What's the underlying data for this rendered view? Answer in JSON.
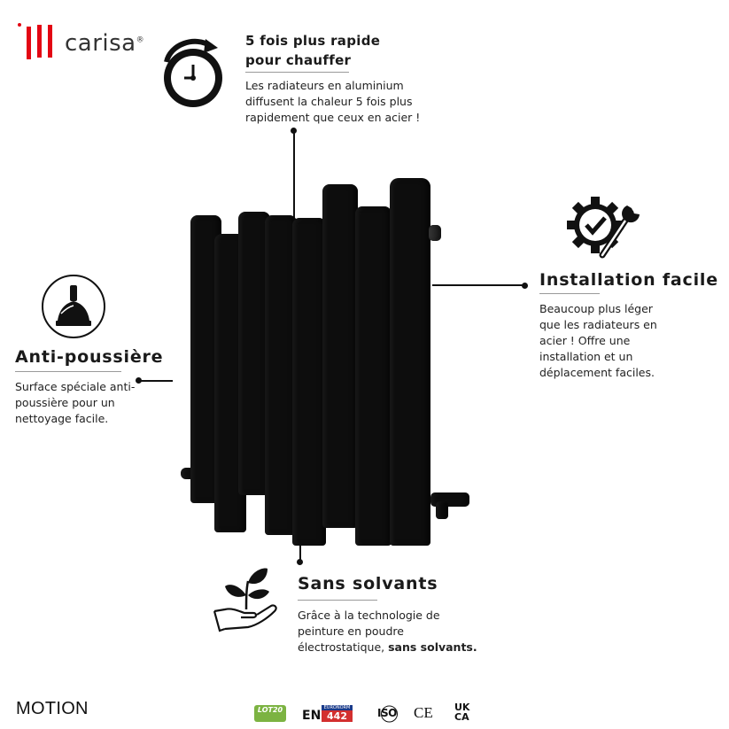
{
  "brand": {
    "name": "carisa",
    "registered": "®",
    "accent_color": "#e30613"
  },
  "features": {
    "speed": {
      "icon": "stopwatch-icon",
      "title_line1": "5 fois plus rapide",
      "title_line2": "pour chauffer",
      "text_line1": "Les radiateurs en aluminium",
      "text_line2": "diffusent la chaleur 5 fois plus",
      "text_line3": "rapidement que ceux en acier !"
    },
    "installation": {
      "icon": "gear-wrench-check-icon",
      "title": "Installation facile",
      "text_line1": "Beaucoup plus léger",
      "text_line2": "que les radiateurs en",
      "text_line3": "acier ! Offre une",
      "text_line4": "installation et un",
      "text_line5": "déplacement faciles."
    },
    "dust": {
      "icon": "duster-icon",
      "title": "Anti-poussière",
      "text_line1": "Surface spéciale anti-",
      "text_line2": "poussière pour un",
      "text_line3": "nettoyage facile."
    },
    "solvent": {
      "icon": "plant-hand-icon",
      "title": "Sans solvants",
      "text_line1": "Grâce à la technologie de",
      "text_line2": "peinture en poudre",
      "text_line3_normal": "électrostatique, ",
      "text_line3_bold": "sans solvants."
    }
  },
  "product": {
    "model": "MOTION",
    "color": "#0d0d0d"
  },
  "certifications": {
    "lot20": "LOT20",
    "en_prefix": "EN",
    "en_top": "EURONORM",
    "en_number": "442",
    "iso": "ISO",
    "ce": "CE",
    "ukca_top": "UK",
    "ukca_bottom": "CA"
  }
}
